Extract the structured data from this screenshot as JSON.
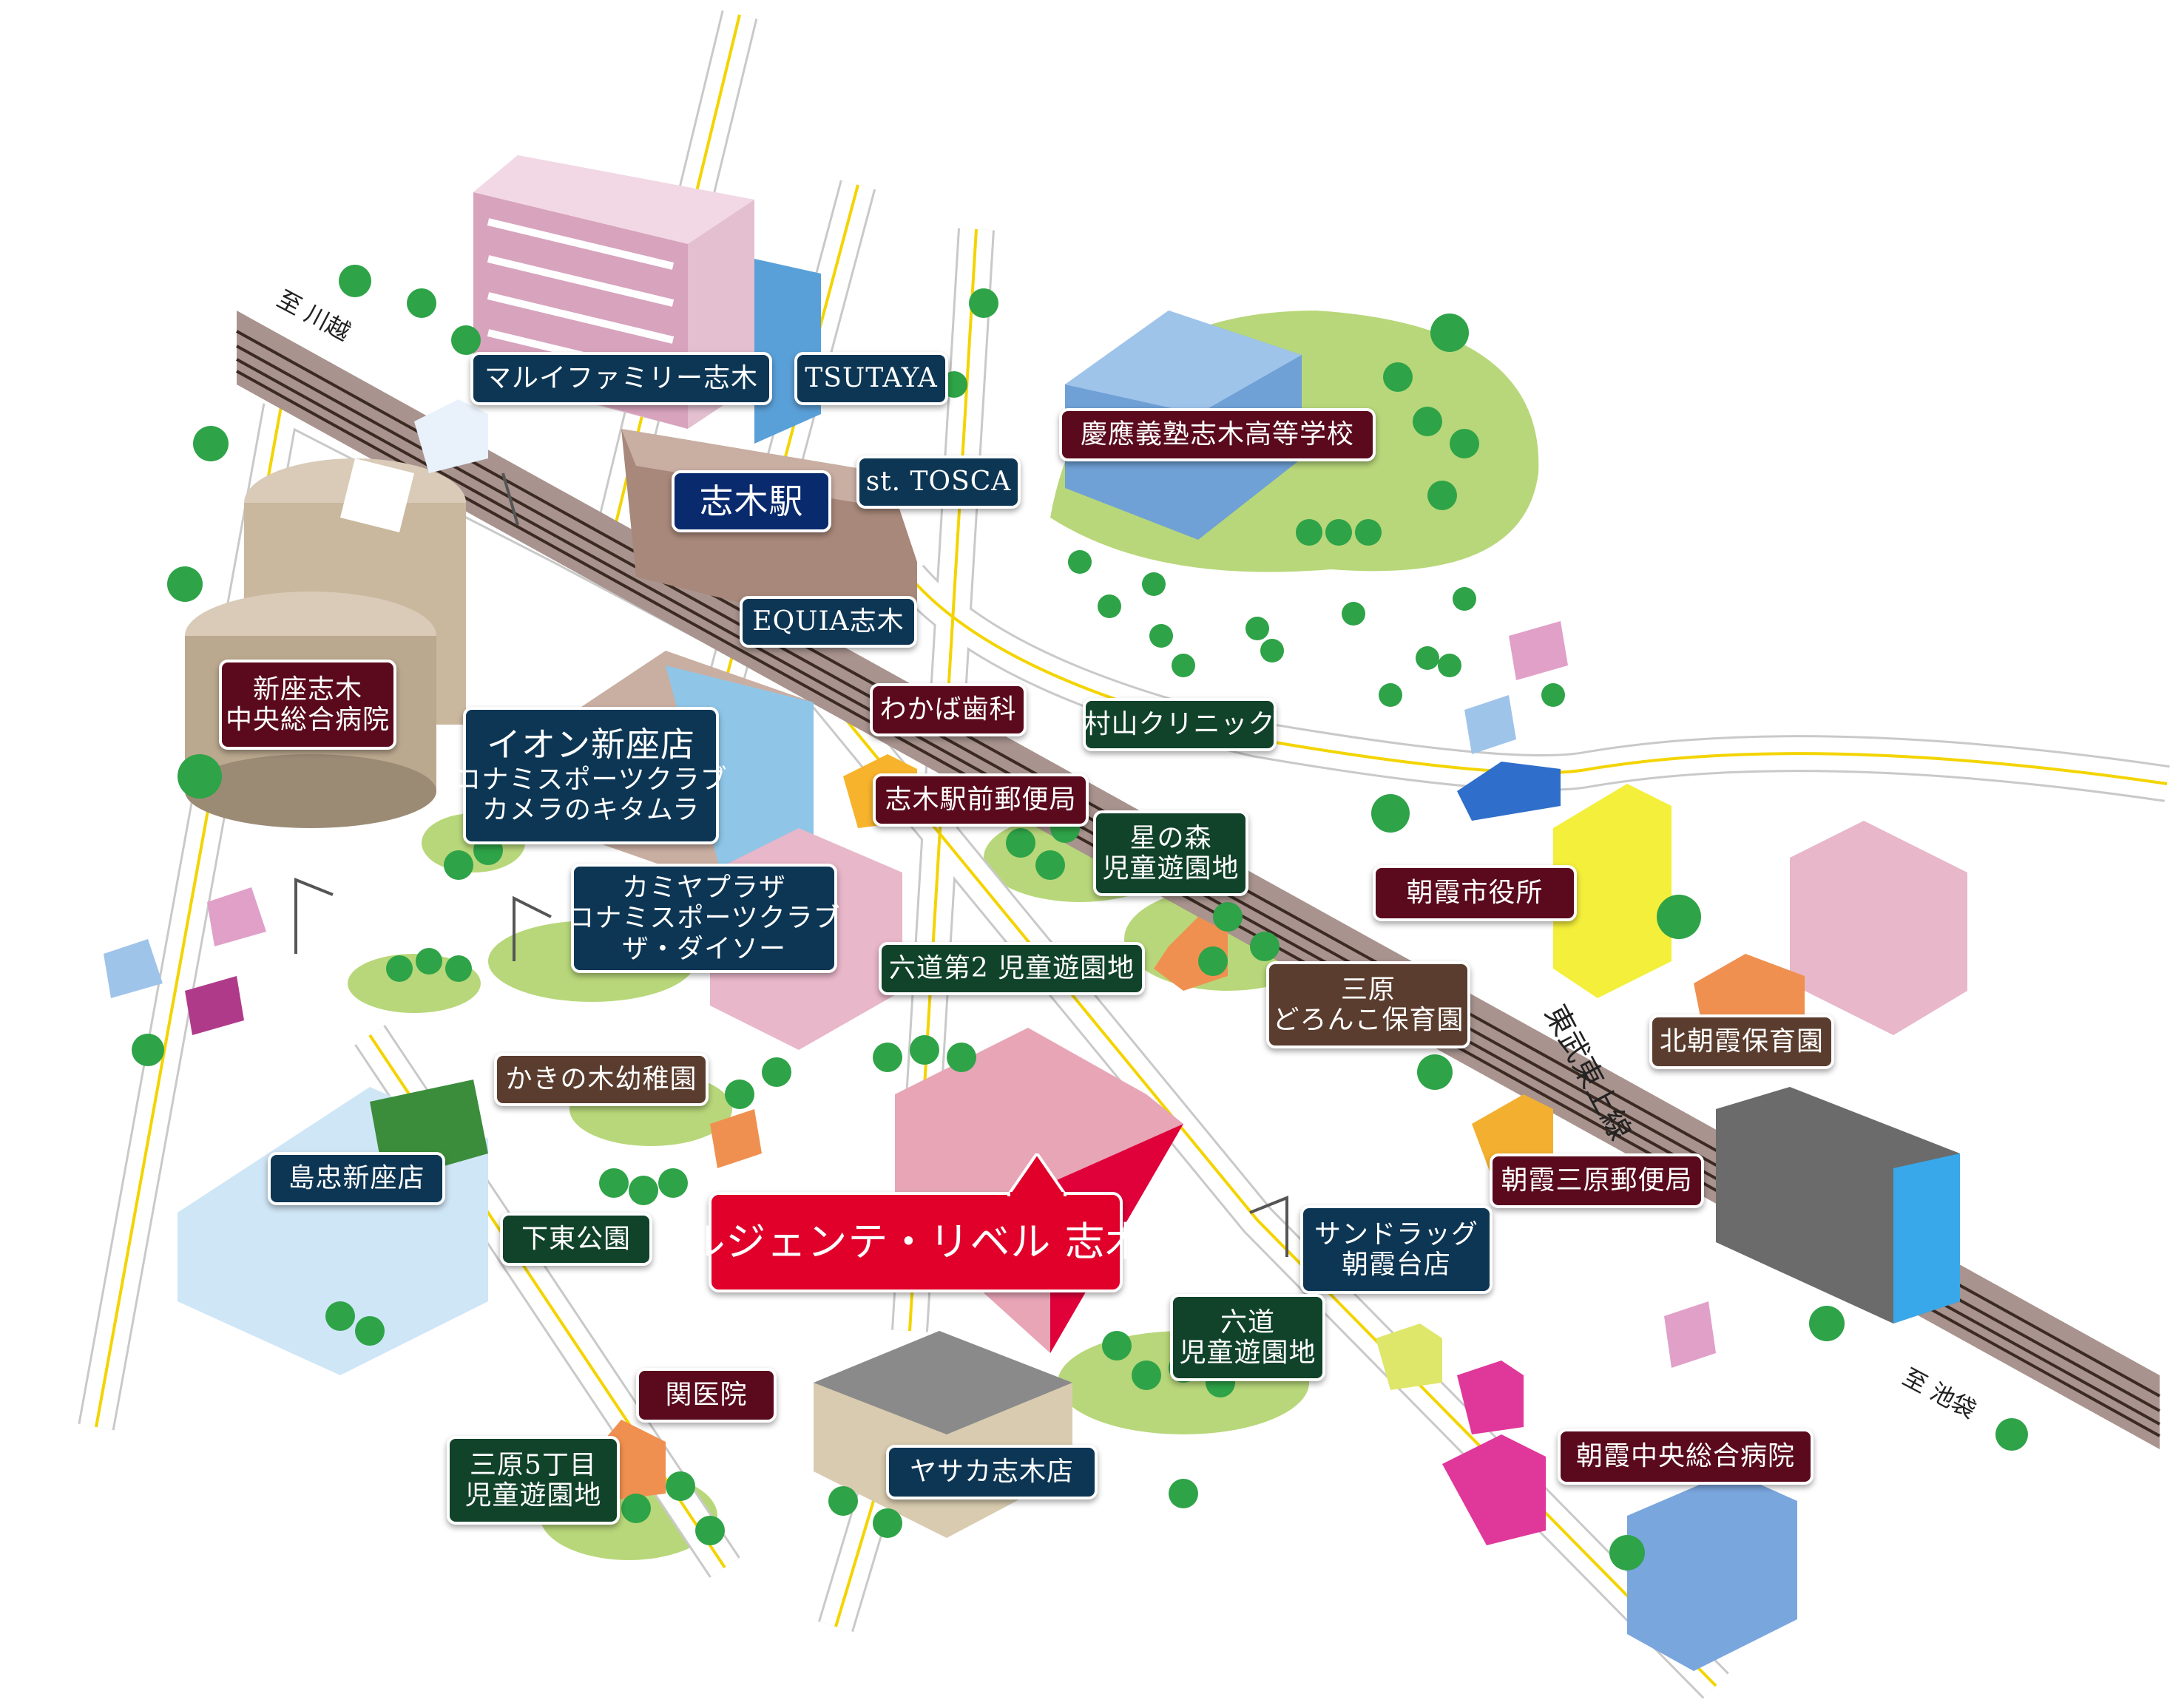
{
  "colors": {
    "rail": "#a8938e",
    "road": "#ffffff",
    "road_center": "#f3d400",
    "park": "#b8d77a",
    "tree": "#2ea348",
    "label_navy": "#0d3654",
    "label_maroon": "#5a0a1c",
    "label_green": "#11422a",
    "label_brown": "#5a3d2e",
    "label_station": "#0a2a6e",
    "label_highlight": "#e0002a"
  },
  "rail": {
    "line_name": "東武東上線",
    "to_kawagoe": "至 川越",
    "to_ikebukuro": "至 池袋"
  },
  "labels": {
    "marui": "マルイファミリー志木",
    "tsutaya": "TSUTAYA",
    "keio": "慶應義塾志木高等学校",
    "shiki_station": "志木駅",
    "st_tosca": "st. TOSCA",
    "equia": "EQUIA志木",
    "niiza_hospital": [
      "新座志木",
      "中央総合病院"
    ],
    "aeon": [
      "イオン新座店",
      "コナミスポーツクラブ",
      "カメラのキタムラ"
    ],
    "wakaba": "わかば歯科",
    "murayama": "村山クリニック",
    "post_station": "志木駅前郵便局",
    "hoshinomori": [
      "星の森",
      "児童遊園地"
    ],
    "asaka_city": "朝霞市役所",
    "kamiya": [
      "カミヤプラザ",
      "コナミスポーツクラブ",
      "ザ・ダイソー"
    ],
    "rokudo2": "六道第2 児童遊園地",
    "mihara_nursery": [
      "三原",
      "どろんこ保育園"
    ],
    "kitaasaka": "北朝霞保育園",
    "kakinoki": "かきの木幼稚園",
    "shimachu": "島忠新座店",
    "mihara_post": "朝霞三原郵便局",
    "shimohigashi": "下東公園",
    "property": "ルジェンテ・リベル 志木",
    "sundrug": [
      "サンドラッグ",
      "朝霞台店"
    ],
    "rokudo": [
      "六道",
      "児童遊園地"
    ],
    "seki": "関医院",
    "mihara5": [
      "三原5丁目",
      "児童遊園地"
    ],
    "yasaka": "ヤサカ志木店",
    "asaka_hospital": "朝霞中央総合病院"
  }
}
